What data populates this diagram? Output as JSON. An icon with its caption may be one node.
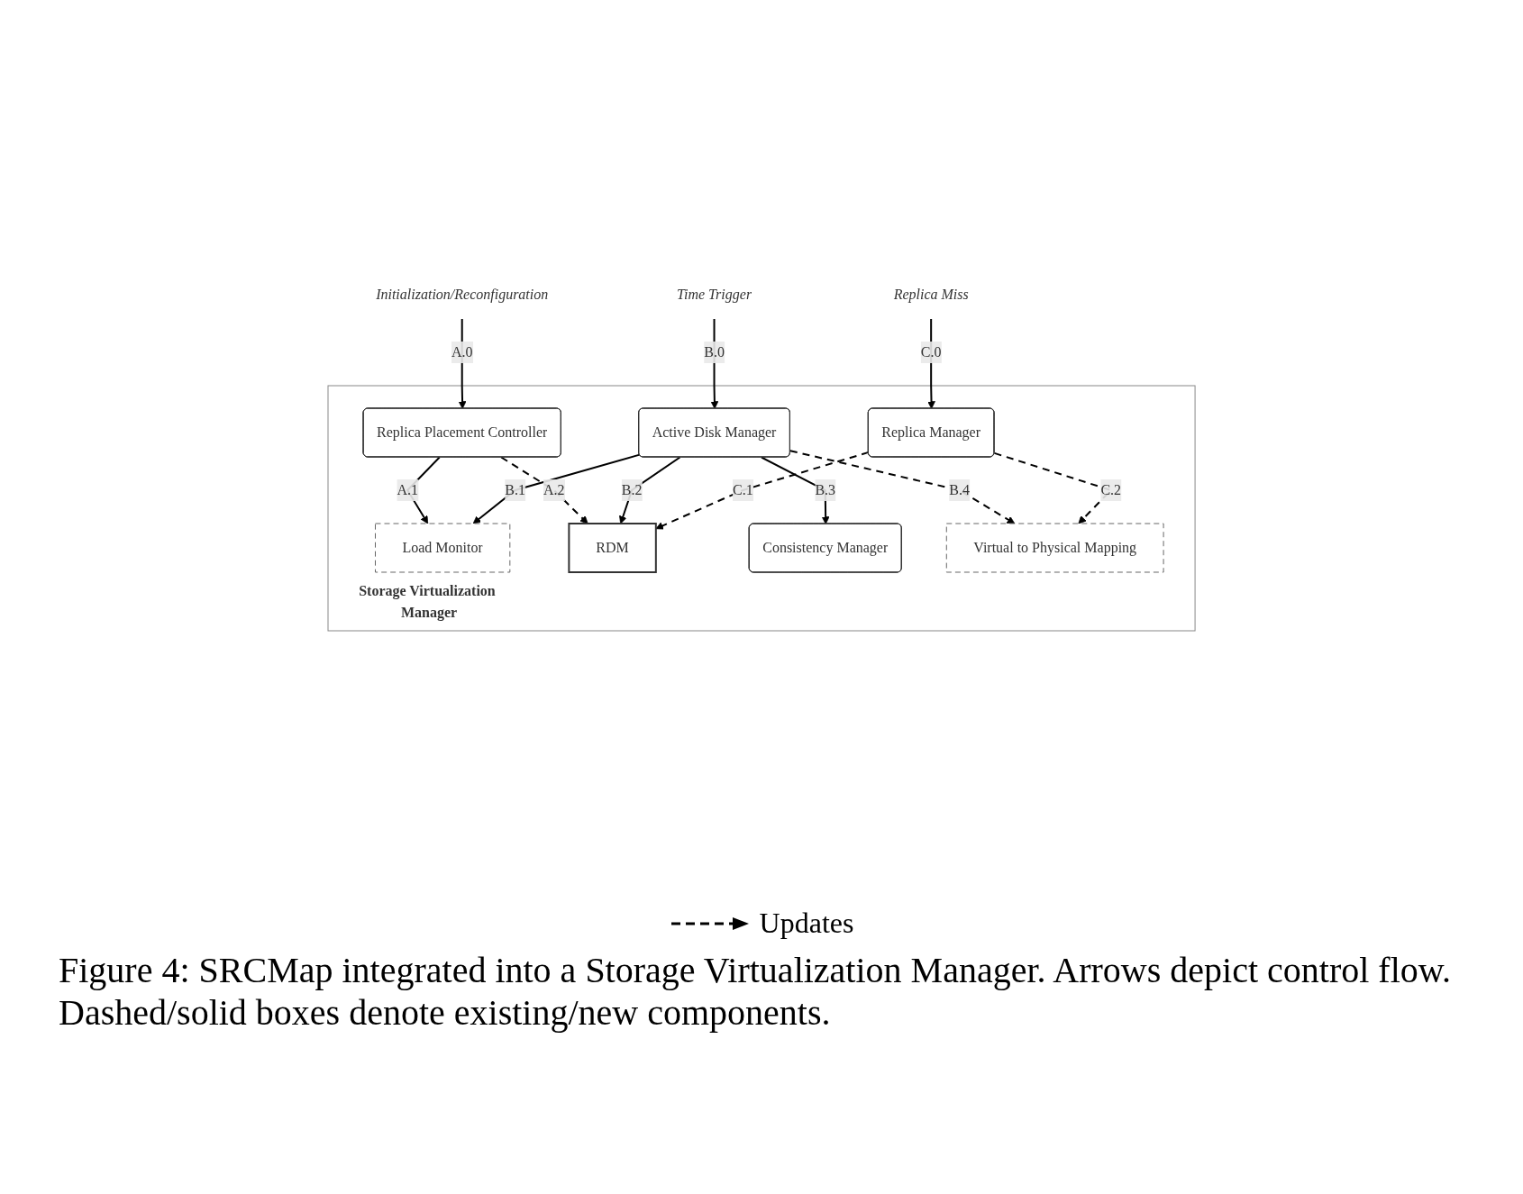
{
  "diagram": {
    "caption": "Figure 4: SRCMap integrated into a Storage Virtualization Manager. Arrows depict control flow. Dashed/solid boxes denote existing/new components.",
    "nodes": [
      {
        "text": [
          "Storage Virtualization Manager"
        ]
      },
      {
        "text": [
          "Initialization/Reconfiguration"
        ]
      },
      {
        "text": [
          "Time Trigger"
        ]
      },
      {
        "text": [
          "Load Monitor"
        ],
        "in": 0
      },
      {
        "text": [
          "Replica Placement Controller"
        ],
        "in": 0
      },
      {
        "text": [
          "Active Disk Manager"
        ],
        "in": 0
      },
      {
        "text": [
          "RDM"
        ],
        "in": 0
      },
      {
        "text": [
          "Replica Miss"
        ]
      },
      {
        "text": [
          "Replica Manager"
        ],
        "in": 0
      },
      {
        "text": [
          "Consistency Manager"
        ],
        "in": 0
      },
      {
        "text": [
          "Virtual to Physical Mapping"
        ],
        "in": 0
      }
    ],
    "edges": [
      {
        "from": 1,
        "to": 4,
        "arrow": "to",
        "label": "A.0"
      },
      {
        "from": 4,
        "to": 3,
        "arrow": "to",
        "label": "A.1"
      },
      {
        "from": 4,
        "to": 6,
        "arrow": "to",
        "label": "A.2",
        "style": "dashed"
      },
      {
        "from": 2,
        "to": 5,
        "arrow": "to",
        "label": "B.0"
      },
      {
        "from": 5,
        "to": 3,
        "arrow": "to",
        "label": "B.1"
      },
      {
        "from": 5,
        "to": 6,
        "arrow": "to",
        "label": "B.2"
      },
      {
        "from": 5,
        "to": 9,
        "arrow": "to",
        "label": "B.3"
      },
      {
        "from": 5,
        "to": 10,
        "arrow": "to",
        "label": "B.4",
        "style": "dashed"
      },
      {
        "from": 7,
        "to": 8,
        "arrow": "to",
        "label": "C.0"
      },
      {
        "from": 8,
        "to": 6,
        "arrow": "to",
        "label": "C.1",
        "style": "dashed"
      },
      {
        "from": 8,
        "to": 10,
        "arrow": "to",
        "label": "C.2",
        "style": "dashed"
      }
    ],
    "legend": [
      {
        "text": "Updates"
      }
    ]
  }
}
